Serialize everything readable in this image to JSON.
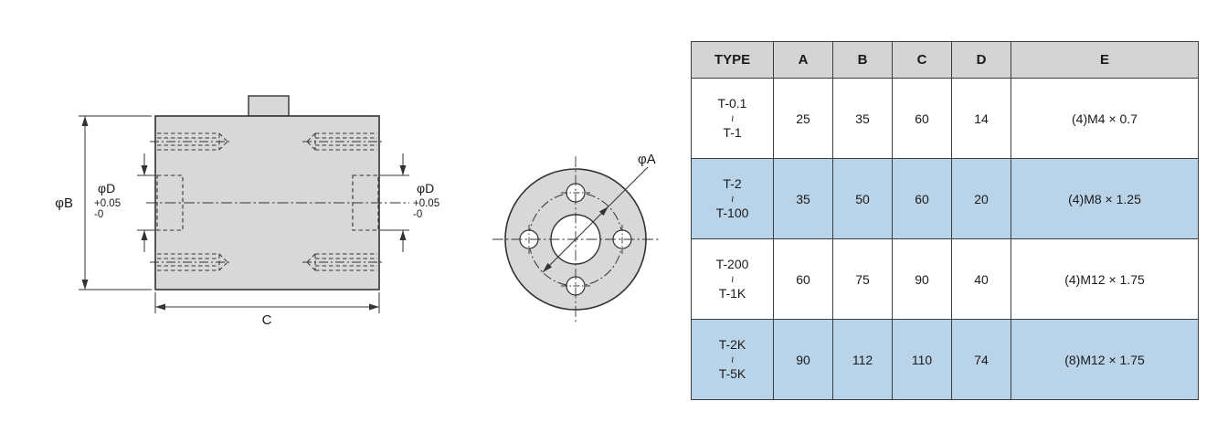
{
  "drawing": {
    "side_view": {
      "label_phi_b": "φB",
      "label_c": "C",
      "left_bore": {
        "label": "φD",
        "tol_plus": "+0.05",
        "tol_minus": "-0"
      },
      "right_bore": {
        "label": "φD",
        "tol_plus": "+0.05",
        "tol_minus": "-0"
      }
    },
    "front_view": {
      "label_phi_a": "φA"
    }
  },
  "table": {
    "headers": [
      "TYPE",
      "A",
      "B",
      "C",
      "D",
      "E"
    ],
    "rows": [
      {
        "type_top": "T-0.1",
        "type_mid": "~",
        "type_bottom": "T-1",
        "a": "25",
        "b": "35",
        "c": "60",
        "d": "14",
        "e": "(4)M4 × 0.7",
        "highlight": false
      },
      {
        "type_top": "T-2",
        "type_mid": "~",
        "type_bottom": "T-100",
        "a": "35",
        "b": "50",
        "c": "60",
        "d": "20",
        "e": "(4)M8 × 1.25",
        "highlight": true
      },
      {
        "type_top": "T-200",
        "type_mid": "~",
        "type_bottom": "T-1K",
        "a": "60",
        "b": "75",
        "c": "90",
        "d": "40",
        "e": "(4)M12 × 1.75",
        "highlight": false
      },
      {
        "type_top": "T-2K",
        "type_mid": "~",
        "type_bottom": "T-5K",
        "a": "90",
        "b": "112",
        "c": "110",
        "d": "74",
        "e": "(8)M12 × 1.75",
        "highlight": true
      }
    ]
  },
  "colors": {
    "highlight_row": "#b9d3e8",
    "header_bg": "#d4d4d4",
    "drawing_fill": "#d8d8d8",
    "line_color": "#333333"
  }
}
